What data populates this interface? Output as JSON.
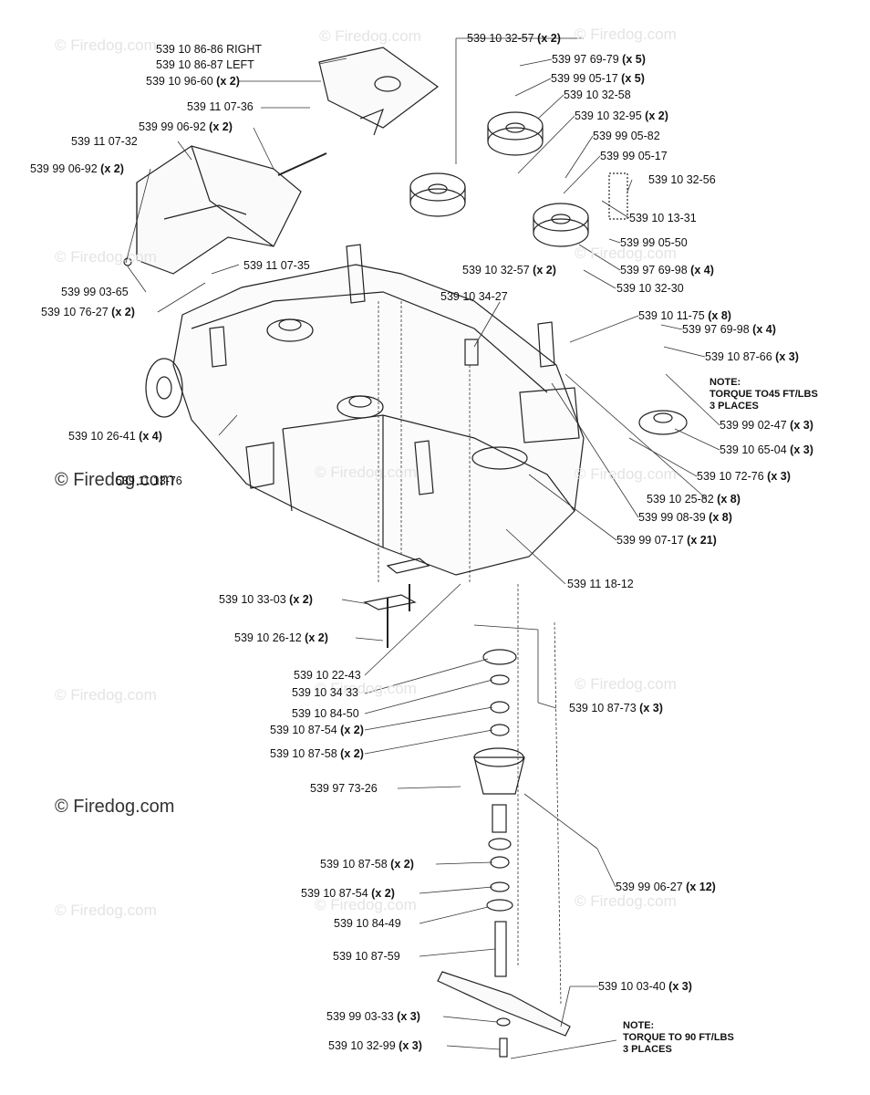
{
  "watermark": "© Firedog.com",
  "labels": {
    "l01": {
      "part": "539 10 86-86 RIGHT",
      "qty": ""
    },
    "l02": {
      "part": "539 10 86-87 LEFT",
      "qty": ""
    },
    "l03": {
      "part": "539 10 96-60",
      "qty": "(x 2)"
    },
    "l04": {
      "part": "539 11 07-36",
      "qty": ""
    },
    "l05": {
      "part": "539 99 06-92",
      "qty": "(x 2)"
    },
    "l06": {
      "part": "539 11 07-32",
      "qty": ""
    },
    "l07": {
      "part": "539 99 06-92",
      "qty": "(x 2)"
    },
    "l08": {
      "part": "539 11 07-35",
      "qty": ""
    },
    "l09": {
      "part": "539 99 03-65",
      "qty": ""
    },
    "l10": {
      "part": "539 10 76-27",
      "qty": "(x 2)"
    },
    "l11": {
      "part": "539 10 26-41",
      "qty": "(x 4)"
    },
    "l12": {
      "part": "539 11 13-76",
      "qty": ""
    },
    "l13": {
      "part": "539 10 32-57",
      "qty": "(x 2)"
    },
    "l14": {
      "part": "539 97 69-79",
      "qty": "(x 5)"
    },
    "l15": {
      "part": "539 99 05-17",
      "qty": "(x 5)"
    },
    "l16": {
      "part": "539 10 32-58",
      "qty": ""
    },
    "l17": {
      "part": "539 10 32-95",
      "qty": "(x 2)"
    },
    "l18": {
      "part": "539 99 05-82",
      "qty": ""
    },
    "l19": {
      "part": "539 99 05-17",
      "qty": ""
    },
    "l20": {
      "part": "539 10 32-56",
      "qty": ""
    },
    "l21": {
      "part": "539 10 13-31",
      "qty": ""
    },
    "l22": {
      "part": "539 99 05-50",
      "qty": ""
    },
    "l23": {
      "part": "539 10 32-57",
      "qty": "(x 2)"
    },
    "l24": {
      "part": "539 97 69-98",
      "qty": "(x 4)"
    },
    "l25": {
      "part": "539 10 32-30",
      "qty": ""
    },
    "l26": {
      "part": "539 10 34-27",
      "qty": ""
    },
    "l27": {
      "part": "539 10 11-75",
      "qty": "(x 8)"
    },
    "l28": {
      "part": "539 97 69-98",
      "qty": "(x 4)"
    },
    "l29": {
      "part": "539 10 87-66",
      "qty": "(x 3)"
    },
    "l30": {
      "part": "539 99 02-47",
      "qty": "(x 3)"
    },
    "l31": {
      "part": "539 10 65-04",
      "qty": "(x 3)"
    },
    "l32": {
      "part": "539 10 72-76",
      "qty": "(x 3)"
    },
    "l33": {
      "part": "539 10 25-82",
      "qty": "(x 8)"
    },
    "l34": {
      "part": "539 99 08-39",
      "qty": "(x 8)"
    },
    "l35": {
      "part": "539 99 07-17",
      "qty": "(x 21)"
    },
    "l36": {
      "part": "539 11 18-12",
      "qty": ""
    },
    "l37": {
      "part": "539 10 33-03",
      "qty": "(x 2)"
    },
    "l38": {
      "part": "539 10 26-12",
      "qty": "(x 2)"
    },
    "l39": {
      "part": "539 10 22-43",
      "qty": ""
    },
    "l40": {
      "part": "539 10 34 33",
      "qty": ""
    },
    "l41": {
      "part": "539 10 84-50",
      "qty": ""
    },
    "l42": {
      "part": "539 10 87-54",
      "qty": "(x 2)"
    },
    "l43": {
      "part": "539 10 87-58",
      "qty": "(x 2)"
    },
    "l44": {
      "part": "539 10 87-73",
      "qty": "(x 3)"
    },
    "l45": {
      "part": "539 97 73-26",
      "qty": ""
    },
    "l46": {
      "part": "539 10 87-58",
      "qty": "(x 2)"
    },
    "l47": {
      "part": "539 10 87-54",
      "qty": "(x 2)"
    },
    "l48": {
      "part": "539 10 84-49",
      "qty": ""
    },
    "l49": {
      "part": "539 10 87-59",
      "qty": ""
    },
    "l50": {
      "part": "539 99 06-27",
      "qty": "(x 12)"
    },
    "l51": {
      "part": "539 10 03-40",
      "qty": "(x 3)"
    },
    "l52": {
      "part": "539 99 03-33",
      "qty": "(x 3)"
    },
    "l53": {
      "part": "539 10 32-99",
      "qty": "(x 3)"
    }
  },
  "notes": {
    "n1": {
      "line1": "NOTE:",
      "line2": "TORQUE TO45 FT/LBS",
      "line3": "3 PLACES"
    },
    "n2": {
      "line1": "NOTE:",
      "line2": "TORQUE TO 90 FT/LBS",
      "line3": "3 PLACES"
    }
  }
}
